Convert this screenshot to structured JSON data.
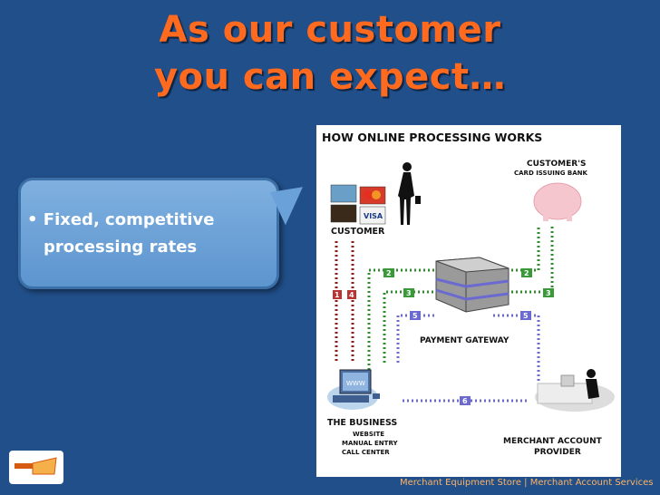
{
  "slide": {
    "title_line1": "As our customer",
    "title_line2": "you can expect…",
    "bullet": "Fixed, competitive processing rates",
    "bullet_line1": "• Fixed, competitive",
    "bullet_line2": "processing rates",
    "footer": "Merchant Equipment Store | Merchant Account Services"
  },
  "diagram": {
    "heading": "HOW ONLINE PROCESSING WORKS",
    "customer_label": "CUSTOMER",
    "bank_label_line1": "CUSTOMER'S",
    "bank_label_line2": "CARD ISSUING BANK",
    "gateway_label": "PAYMENT GATEWAY",
    "business_label": "THE BUSINESS",
    "business_sub1": "WEBSITE",
    "business_sub2": "MANUAL ENTRY",
    "business_sub3": "CALL CENTER",
    "provider_line1": "MERCHANT ACCOUNT",
    "provider_line2": "PROVIDER",
    "card_visa": "VISA",
    "card_mc": "MasterCard",
    "monitor_text": "WWW",
    "steps": [
      "1",
      "2",
      "3",
      "4",
      "5",
      "6"
    ]
  },
  "colors": {
    "background": "#214f89",
    "title": "#ff6a1e",
    "red_path": "#8b1a1a",
    "green_path": "#2e8b2e",
    "blue_path": "#6a6ad0"
  }
}
